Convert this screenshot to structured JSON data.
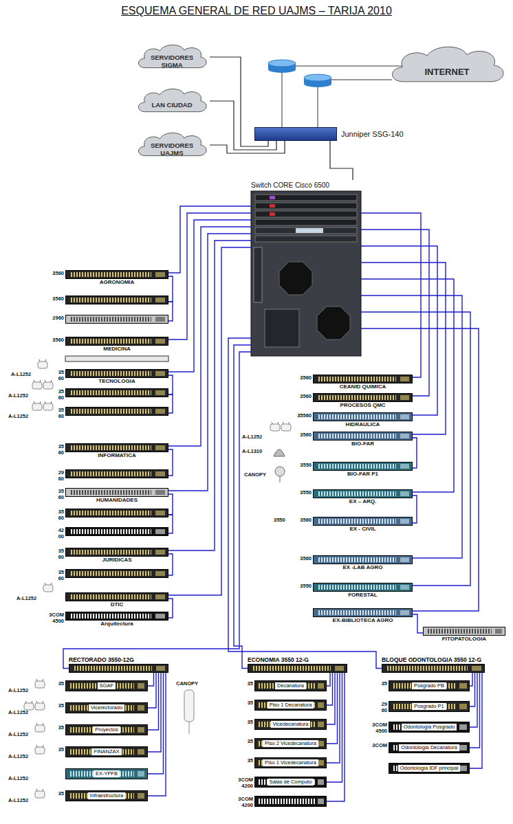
{
  "diagram": {
    "title": "ESQUEMA GENERAL DE RED UAJMS – TARIJA 2010",
    "nodes": [
      {
        "text": [
          "SERVIDORES SIGMA"
        ]
      },
      {
        "text": [
          "INTERNET"
        ]
      },
      {
        "text": [
          "LAN CIUDAD"
        ]
      },
      {
        "text": [
          "SERVIDORES UAJMS"
        ]
      },
      {
        "text": [
          "Junniper SSG-140"
        ]
      },
      {
        "text": [
          "Switch CORE Cisco 6500"
        ]
      },
      {
        "text": [
          "3560",
          "AGRONOMIA"
        ]
      },
      {
        "text": [
          "3560"
        ]
      },
      {
        "text": [
          "2960"
        ]
      },
      {
        "text": [
          "3560",
          "MEDICINA"
        ]
      },
      {
        "text": [
          "35 60",
          "TECNOLOGIA"
        ]
      },
      {
        "text": [
          "35 60"
        ]
      },
      {
        "text": [
          "35 60"
        ]
      },
      {
        "text": [
          "35 60",
          "INFORMATICA"
        ]
      },
      {
        "text": [
          "29 60"
        ]
      },
      {
        "text": [
          "35 60",
          "HUMANIDADES"
        ]
      },
      {
        "text": [
          "35 60"
        ]
      },
      {
        "text": [
          "42 00"
        ]
      },
      {
        "text": [
          "35 60",
          "JURIDICAS"
        ]
      },
      {
        "text": [
          "35 60"
        ]
      },
      {
        "text": [
          "DTIC"
        ]
      },
      {
        "text": [
          "3COM 4500",
          "Arquitectura"
        ]
      },
      {
        "text": [
          "3560",
          "CEANID QUIMICA"
        ]
      },
      {
        "text": [
          "3560",
          "PROCESOS QMC"
        ]
      },
      {
        "text": [
          "35560",
          "HIDRAULICA"
        ]
      },
      {
        "text": [
          "3560",
          "BIO-FAR"
        ]
      },
      {
        "text": [
          "3550",
          "BIO-FAR P1"
        ]
      },
      {
        "text": [
          "3550",
          "EX – ARQ."
        ]
      },
      {
        "text": [
          "3560",
          "EX - CIVIL"
        ]
      },
      {
        "text": [
          "3560",
          "EX -LAB AGRO"
        ]
      },
      {
        "text": [
          "3550",
          "FORESTAL"
        ]
      },
      {
        "text": [
          "EX-BIBLIOTECA AGRO"
        ]
      },
      {
        "text": [
          "FITOPATOLOGIA"
        ]
      },
      {
        "text": [
          "RECTORADO 3550-12G"
        ]
      },
      {
        "text": [
          "35",
          "SGAF"
        ]
      },
      {
        "text": [
          "35",
          "Vicerectorado"
        ]
      },
      {
        "text": [
          "35",
          "Proyectos"
        ]
      },
      {
        "text": [
          "35",
          "FINANZAX"
        ]
      },
      {
        "text": [
          "EX-YPFB"
        ]
      },
      {
        "text": [
          "35",
          "Infraestructura"
        ]
      },
      {
        "text": [
          "ECONOMIA 3550 12-G"
        ]
      },
      {
        "text": [
          "35",
          "Decanatura"
        ]
      },
      {
        "text": [
          "35",
          "Piso 1 Decanatura"
        ]
      },
      {
        "text": [
          "35",
          "Vicedecanatura"
        ]
      },
      {
        "text": [
          "35",
          "Piso 2 Vicedecanatura"
        ]
      },
      {
        "text": [
          "35",
          "Piso 1 Vicedecanatura"
        ]
      },
      {
        "text": [
          "3COM 4200",
          "Salas de Computo"
        ]
      },
      {
        "text": [
          "3COM 4200"
        ]
      },
      {
        "text": [
          "BLOQUE ODONTOLOGIA 3550 12-G"
        ]
      },
      {
        "text": [
          "35",
          "Posgrado PB"
        ]
      },
      {
        "text": [
          "29 60",
          "Posgrado P1"
        ]
      },
      {
        "text": [
          "3COM 4500",
          "Odontologia Posgrado"
        ]
      },
      {
        "text": [
          "3COM",
          "Odontologia Decanatura"
        ]
      },
      {
        "text": [
          "Odontologia IDF principal"
        ]
      }
    ],
    "edges": [
      {
        "from": 0,
        "to": 4,
        "arrow": "none"
      },
      {
        "from": 2,
        "to": 4,
        "arrow": "none"
      },
      {
        "from": 3,
        "to": 4,
        "arrow": "none"
      },
      {
        "from": 4,
        "to": 5,
        "arrow": "none"
      },
      {
        "from": 5,
        "to": 6,
        "arrow": "none"
      },
      {
        "from": 5,
        "to": 9,
        "arrow": "none"
      },
      {
        "from": 5,
        "to": 10,
        "arrow": "none"
      },
      {
        "from": 5,
        "to": 13,
        "arrow": "none"
      },
      {
        "from": 5,
        "to": 15,
        "arrow": "none"
      },
      {
        "from": 5,
        "to": 18,
        "arrow": "none"
      },
      {
        "from": 5,
        "to": 20,
        "arrow": "none"
      },
      {
        "from": 6,
        "to": 7,
        "arrow": "none"
      },
      {
        "from": 7,
        "to": 8,
        "arrow": "none"
      },
      {
        "from": 10,
        "to": 11,
        "arrow": "none"
      },
      {
        "from": 11,
        "to": 12,
        "arrow": "none"
      },
      {
        "from": 13,
        "to": 14,
        "arrow": "none"
      },
      {
        "from": 15,
        "to": 16,
        "arrow": "none"
      },
      {
        "from": 16,
        "to": 17,
        "arrow": "none"
      },
      {
        "from": 18,
        "to": 19,
        "arrow": "none"
      },
      {
        "from": 20,
        "to": 21,
        "arrow": "none"
      },
      {
        "from": 5,
        "to": 22,
        "arrow": "none"
      },
      {
        "from": 5,
        "to": 23,
        "arrow": "none"
      },
      {
        "from": 5,
        "to": 24,
        "arrow": "none"
      },
      {
        "from": 5,
        "to": 25,
        "arrow": "none"
      },
      {
        "from": 5,
        "to": 27,
        "arrow": "none"
      },
      {
        "from": 5,
        "to": 29,
        "arrow": "none"
      },
      {
        "from": 5,
        "to": 30,
        "arrow": "none"
      },
      {
        "from": 5,
        "to": 31,
        "arrow": "none"
      },
      {
        "from": 25,
        "to": 26,
        "arrow": "none"
      },
      {
        "from": 27,
        "to": 28,
        "arrow": "none"
      },
      {
        "from": 31,
        "to": 32,
        "arrow": "none"
      },
      {
        "from": 5,
        "to": 33,
        "arrow": "none"
      },
      {
        "from": 5,
        "to": 40,
        "arrow": "none"
      },
      {
        "from": 5,
        "to": 48,
        "arrow": "none"
      },
      {
        "from": 33,
        "to": 34,
        "arrow": "none"
      },
      {
        "from": 33,
        "to": 35,
        "arrow": "none"
      },
      {
        "from": 33,
        "to": 36,
        "arrow": "none"
      },
      {
        "from": 33,
        "to": 37,
        "arrow": "none"
      },
      {
        "from": 33,
        "to": 38,
        "arrow": "none"
      },
      {
        "from": 33,
        "to": 39,
        "arrow": "none"
      },
      {
        "from": 40,
        "to": 41,
        "arrow": "none"
      },
      {
        "from": 40,
        "to": 42,
        "arrow": "none"
      },
      {
        "from": 40,
        "to": 43,
        "arrow": "none"
      },
      {
        "from": 40,
        "to": 44,
        "arrow": "none"
      },
      {
        "from": 40,
        "to": 45,
        "arrow": "none"
      },
      {
        "from": 40,
        "to": 46,
        "arrow": "none"
      },
      {
        "from": 40,
        "to": 47,
        "arrow": "none"
      },
      {
        "from": 48,
        "to": 49,
        "arrow": "none"
      },
      {
        "from": 48,
        "to": 50,
        "arrow": "none"
      },
      {
        "from": 48,
        "to": 51,
        "arrow": "none"
      },
      {
        "from": 48,
        "to": 52,
        "arrow": "none"
      },
      {
        "from": 48,
        "to": 53,
        "arrow": "none"
      }
    ],
    "labels": [
      "A-L1252",
      "A-L1252",
      "A-L1252",
      "A-L1252",
      "A-L1310",
      "CANOPY",
      "3550",
      "A-L1252",
      "A-L1252",
      "A-L1252",
      "A-L1252",
      "A-L1252",
      "A-L1252",
      "A-L1252",
      "CANOPY"
    ]
  }
}
